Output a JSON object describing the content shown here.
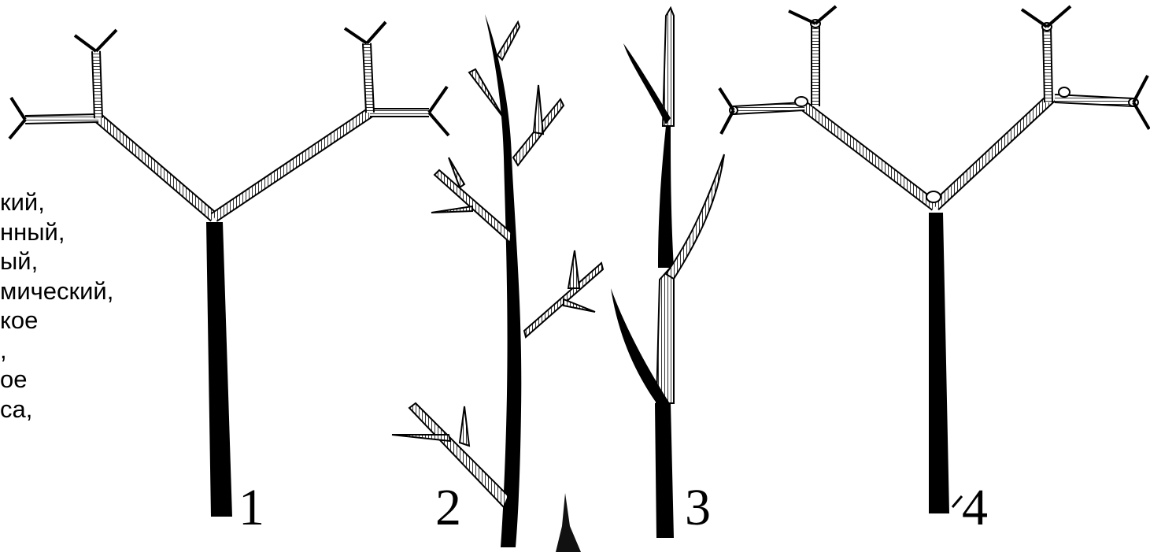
{
  "side_text": {
    "lines": [
      "кий,",
      "нный,",
      "ый,",
      "мический,",
      "кое",
      ",",
      "ое",
      "са,"
    ]
  },
  "figures": [
    {
      "label": "1"
    },
    {
      "label": "2"
    },
    {
      "label": "3"
    },
    {
      "label": "4"
    }
  ],
  "colors": {
    "ink": "#000000",
    "hatch": "#ffffff",
    "background": "#ffffff"
  }
}
